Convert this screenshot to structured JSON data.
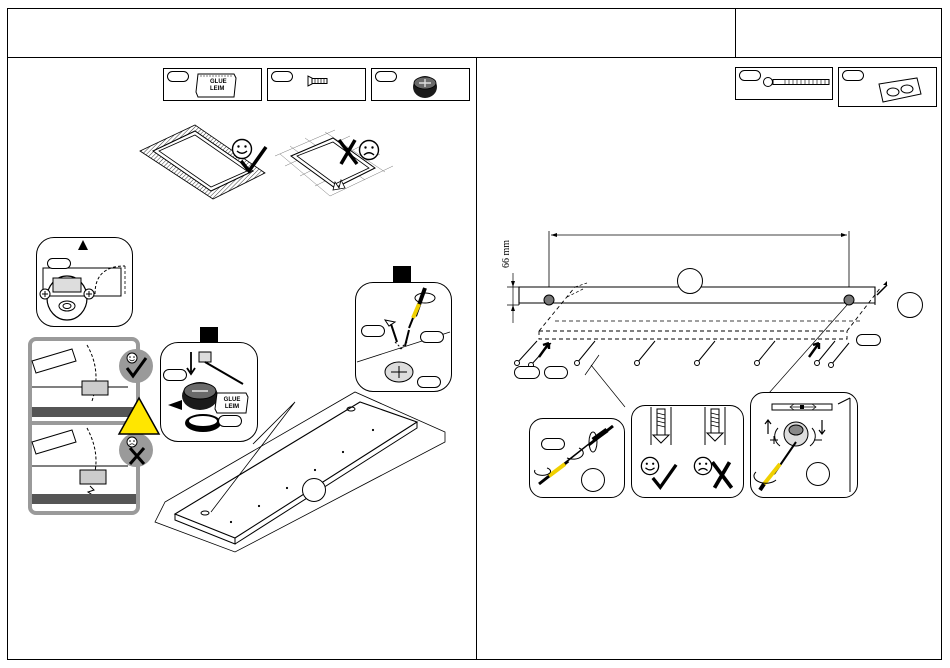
{
  "header": {
    "title": "",
    "page_box": ""
  },
  "parts": {
    "glue_label": "GLUE\nLEIM",
    "glue_label_line1": "GLUE",
    "glue_label_line2": "LEIM"
  },
  "right_panel": {
    "height_dimension": "66 mm"
  },
  "icons": [
    "smiley-happy-icon",
    "smiley-sad-icon",
    "checkmark-icon",
    "cross-icon",
    "warning-triangle-icon",
    "screwdriver-icon",
    "hammer-icon",
    "bolt-icon",
    "screw-icon",
    "cam-lock-icon"
  ],
  "colors": {
    "line": "#000000",
    "warning": "#ffe600",
    "frame_gray": "#9a9a9a",
    "hatch": "#3a3a3a",
    "driver_yellow": "#f0d000"
  }
}
